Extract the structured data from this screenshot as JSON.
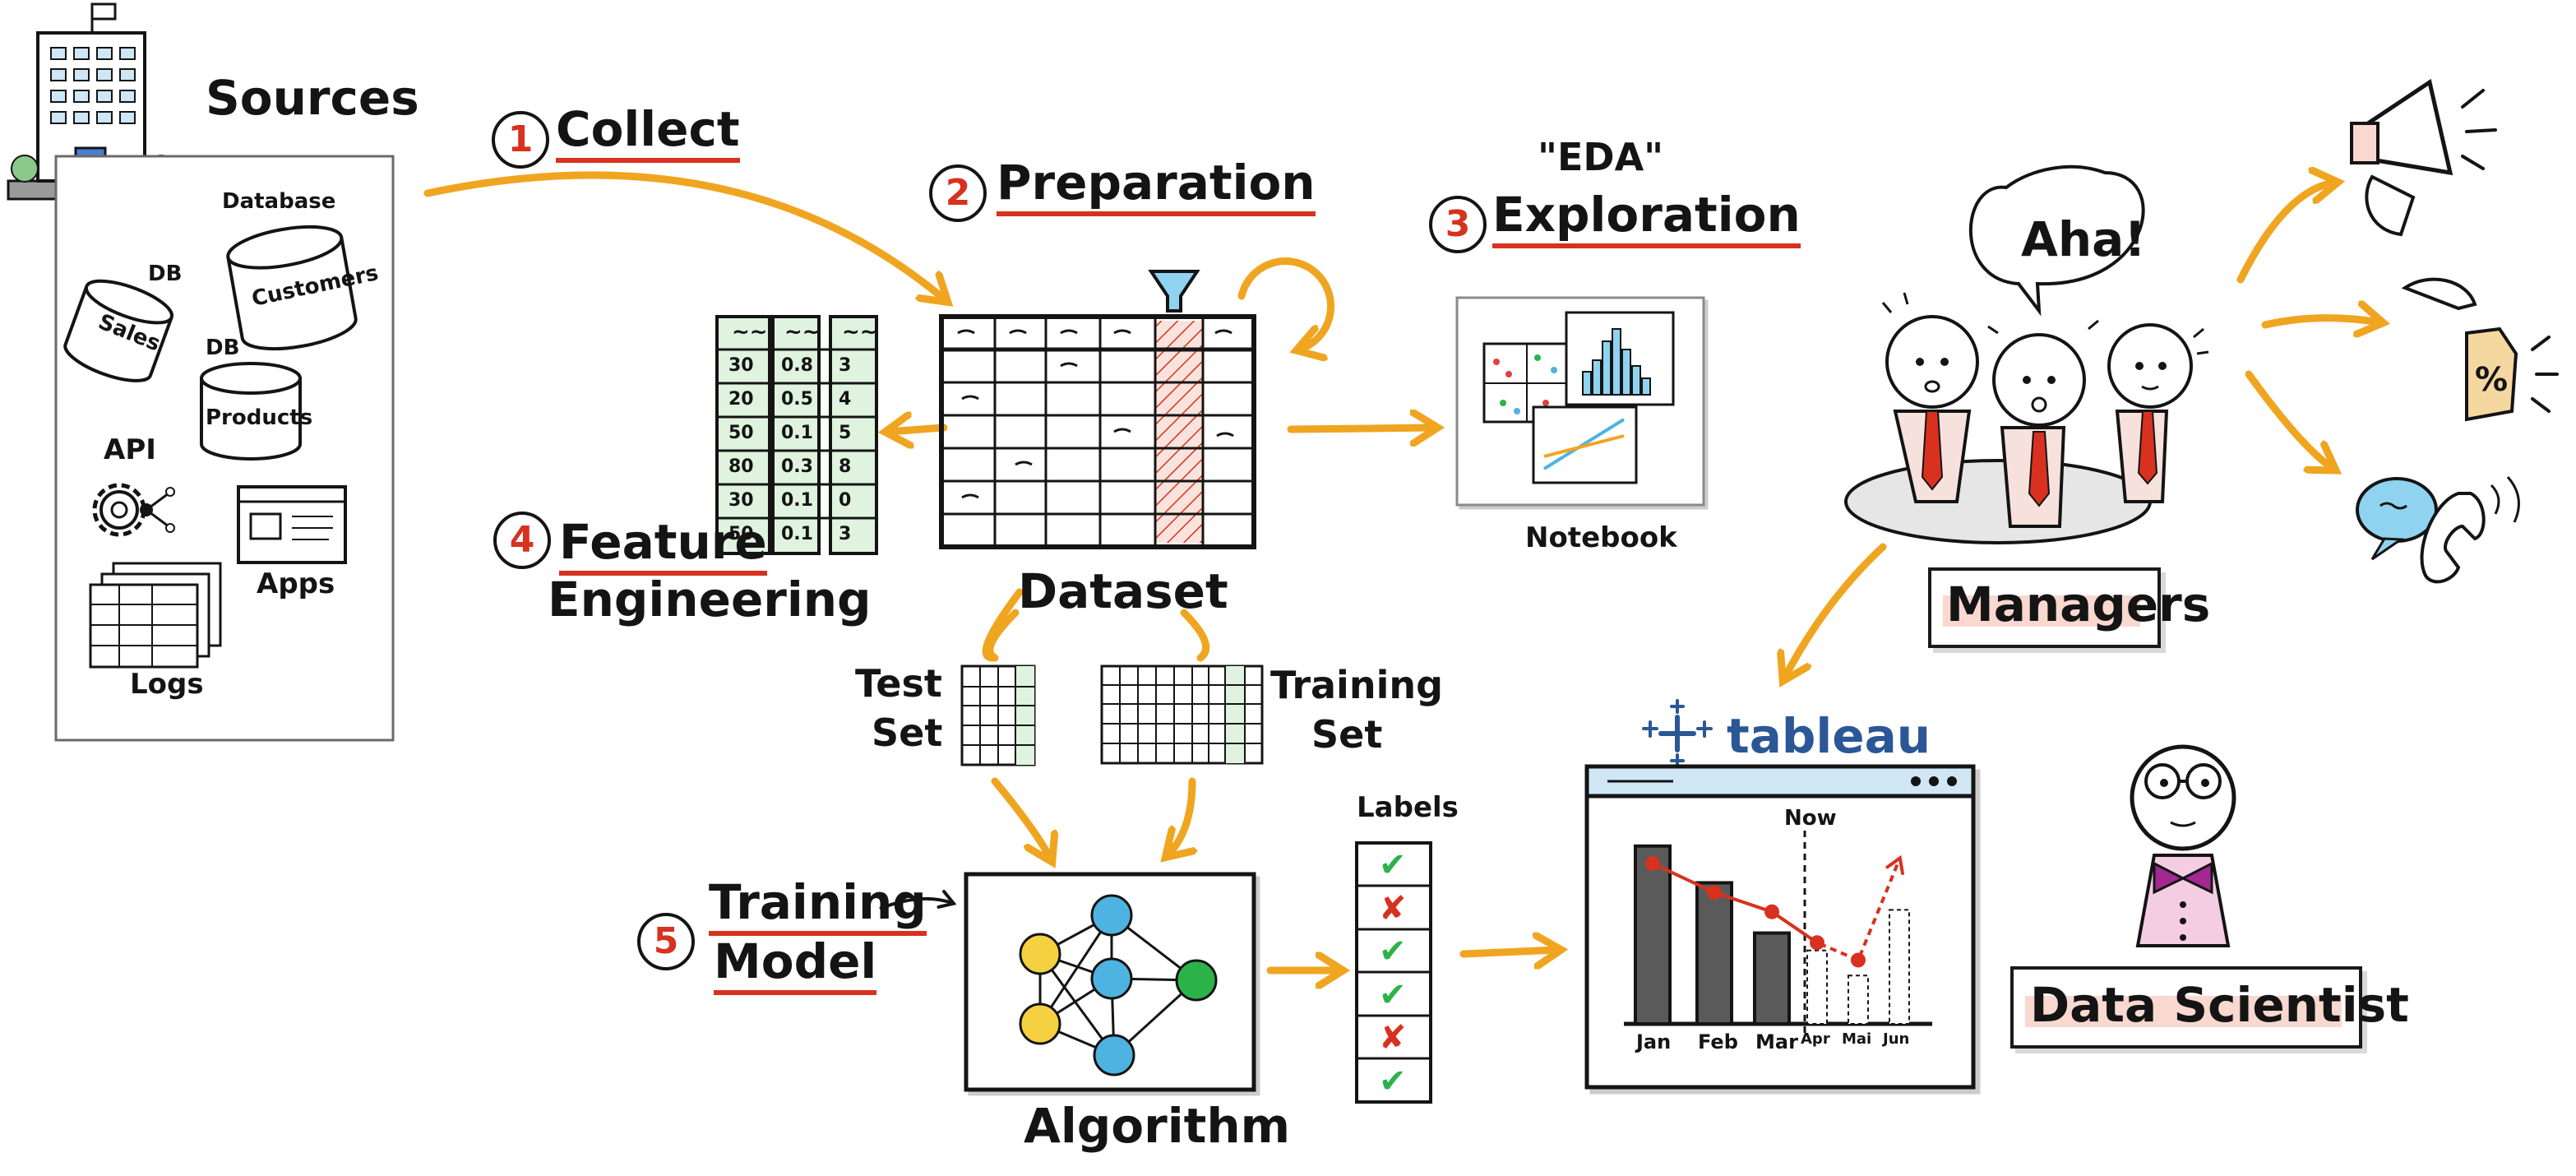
{
  "colors": {
    "ink": "#141414",
    "accent_red": "#d8311f",
    "arrow_orange": "#f0a520",
    "green_cell": "#dff3df",
    "tableau_blue": "#2b5797",
    "node_yellow": "#f5d142",
    "node_blue": "#4eb3e0",
    "node_green": "#2bb34a",
    "highlight": "#f8d8cf"
  },
  "sources": {
    "title": "Sources",
    "database_label": "Database",
    "customers": "Customers",
    "db1": "DB",
    "sales": "Sales",
    "db2": "DB",
    "products": "Products",
    "api": "API",
    "apps": "Apps",
    "logs": "Logs"
  },
  "steps": [
    {
      "number": "1",
      "label": "Collect"
    },
    {
      "number": "2",
      "label": "Preparation"
    },
    {
      "number": "3",
      "label": "Exploration"
    },
    {
      "number": "4",
      "label": "Feature",
      "label2": "Engineering"
    },
    {
      "number": "5",
      "label": "Training",
      "label2": "Model"
    }
  ],
  "eda_label": "\"EDA\"",
  "feature_table": {
    "header": [
      "~~",
      "~~",
      "~~"
    ],
    "rows": [
      [
        "30",
        "0.8",
        "3"
      ],
      [
        "20",
        "0.5",
        "4"
      ],
      [
        "50",
        "0.1",
        "5"
      ],
      [
        "80",
        "0.3",
        "8"
      ],
      [
        "30",
        "0.1",
        "0"
      ],
      [
        "50",
        "0.1",
        "3"
      ]
    ]
  },
  "dataset_label": "Dataset",
  "notebook_label": "Notebook",
  "test_set": {
    "line1": "Test",
    "line2": "Set"
  },
  "training_set": {
    "line1": "Training",
    "line2": "Set"
  },
  "algorithm_label": "Algorithm",
  "labels": {
    "title": "Labels",
    "marks": [
      "✔",
      "✘",
      "✔",
      "✔",
      "✘",
      "✔"
    ]
  },
  "tableau": {
    "brand": "tableau",
    "now_label": "Now",
    "months": [
      "Jan",
      "Feb",
      "Mar",
      "Apr",
      "Mai",
      "Jun"
    ]
  },
  "chart_data": {
    "type": "bar",
    "categories": [
      "Jan",
      "Feb",
      "Mar",
      "Apr",
      "Mai",
      "Jun"
    ],
    "series": [
      {
        "values": [
          92,
          73,
          47,
          0,
          0,
          0
        ]
      },
      {
        "values": [
          0,
          0,
          0,
          38,
          25,
          59
        ]
      }
    ],
    "line": [
      83,
      68,
      58,
      42,
      33,
      85
    ],
    "annotations": [
      "Now"
    ],
    "title": "",
    "xlabel": "",
    "ylabel": "",
    "ylim": [
      0,
      100
    ]
  },
  "aha_label": "Aha!",
  "managers_label": "Managers",
  "data_scientist_label": "Data Scientist",
  "icons": [
    "megaphone-icon",
    "price-tag-icon",
    "phone-icon",
    "tableau-logo-icon",
    "building-icon",
    "gear-icon"
  ]
}
